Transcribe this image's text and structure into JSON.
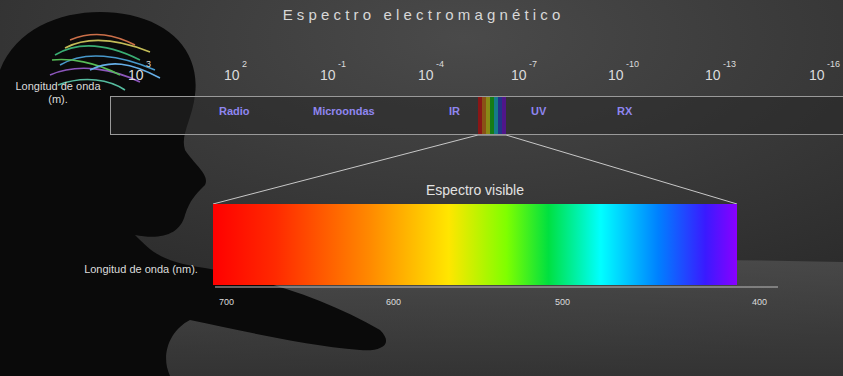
{
  "diagram": {
    "title": "E s p e c t r o   e l e c t r o m a g n é t i c o",
    "nodes": [
      {
        "text": [
          "Radio",
          "Microondas",
          "IR",
          "UV",
          "RX"
        ]
      },
      {
        "text": [
          "Espectro visible"
        ]
      }
    ],
    "edges": [
      {
        "from": 0,
        "to": 1,
        "arrow": "none"
      }
    ],
    "labels": [
      "Longitud de onda (m).",
      "10",
      "3",
      "10",
      "2",
      "10",
      "-1",
      "10",
      "-4",
      "10",
      "-7",
      "10",
      "-10",
      "10",
      "-13",
      "10",
      "-16",
      "Longitud de onda (nm).",
      "700",
      "600",
      "500",
      "400"
    ]
  }
}
